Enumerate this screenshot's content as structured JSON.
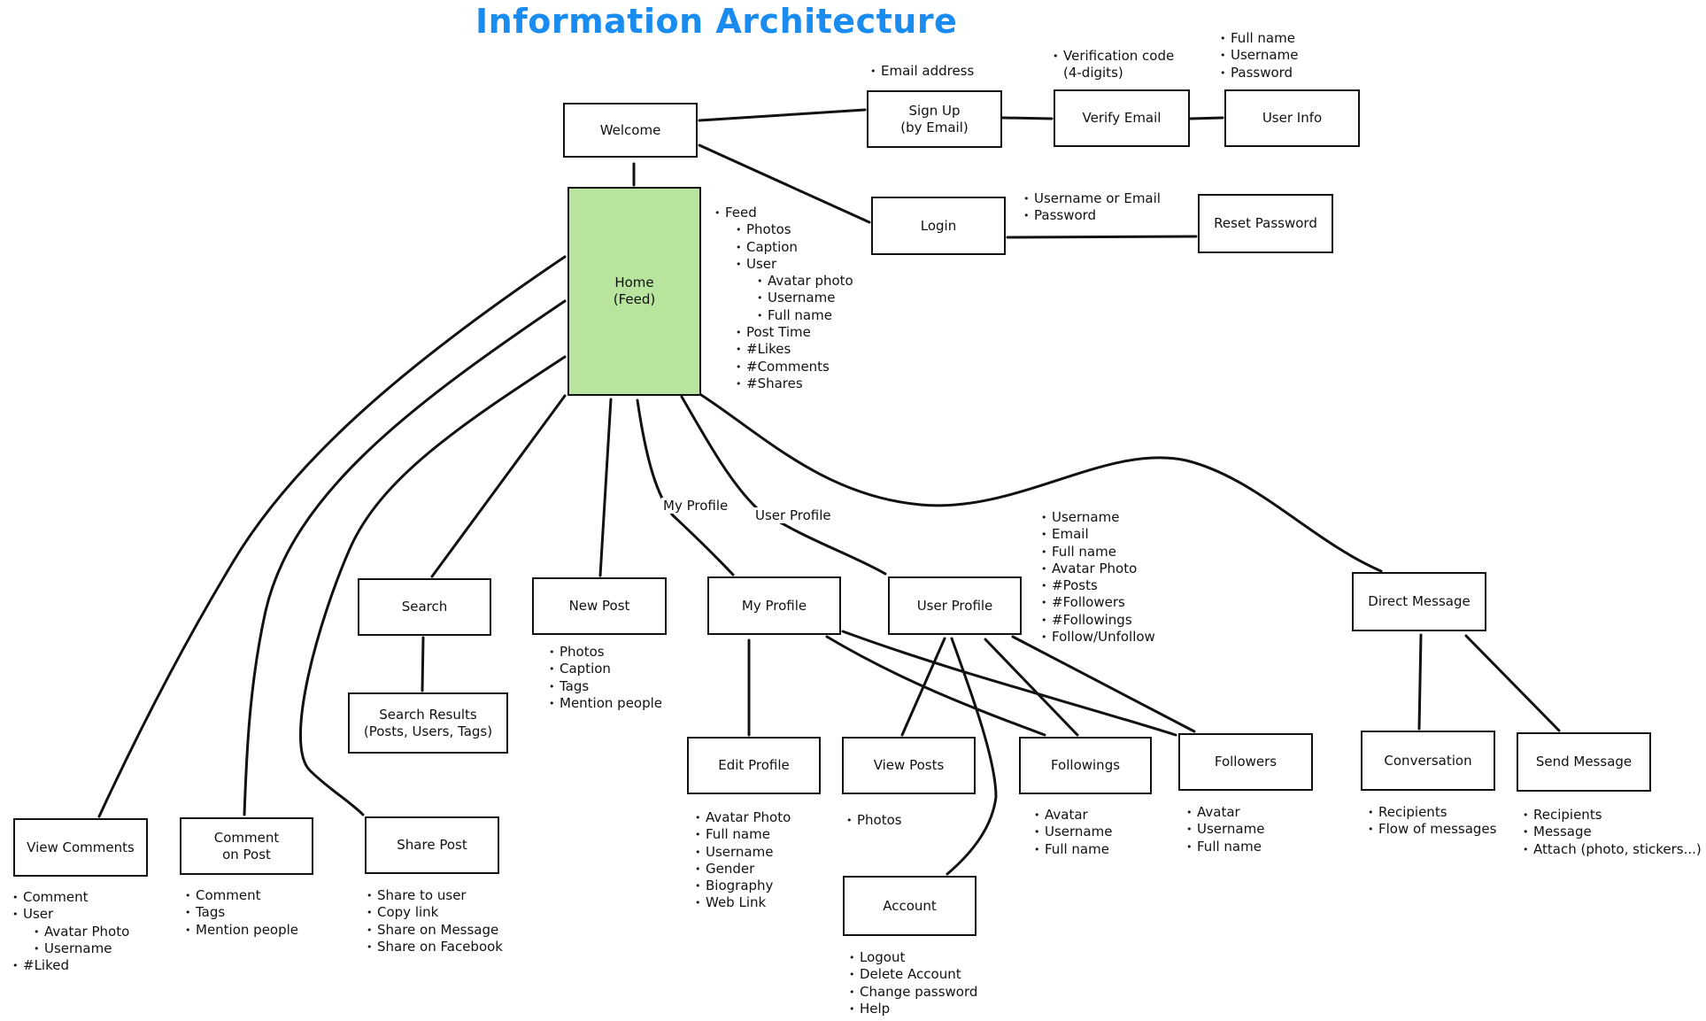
{
  "title": "Information Architecture",
  "colors": {
    "title": "#1a8cf0",
    "home_fill": "#b9e49e",
    "stroke": "#111111"
  },
  "nodes": {
    "welcome": "Welcome",
    "signup": "Sign Up\n(by Email)",
    "verify_email": "Verify Email",
    "user_info": "User Info",
    "login": "Login",
    "reset_password": "Reset Password",
    "home": "Home\n(Feed)",
    "search": "Search",
    "search_results": "Search Results\n(Posts, Users, Tags)",
    "new_post": "New Post",
    "my_profile": "My Profile",
    "user_profile": "User Profile",
    "direct_message": "Direct Message",
    "edit_profile": "Edit Profile",
    "view_posts": "View Posts",
    "followings": "Followings",
    "followers": "Followers",
    "conversation": "Conversation",
    "send_message": "Send Message",
    "account": "Account",
    "view_comments": "View Comments",
    "comment_on_post": "Comment\non Post",
    "share_post": "Share Post"
  },
  "edge_labels": {
    "my_profile": "My Profile",
    "user_profile": "User Profile"
  },
  "notes": {
    "signup": [
      {
        "t": "Email address",
        "l": 1
      }
    ],
    "verify_email": [
      {
        "t": "Verification code",
        "l": 1
      },
      {
        "t": "(4-digits)",
        "l": 0
      }
    ],
    "user_info": [
      {
        "t": "Full name",
        "l": 1
      },
      {
        "t": "Username",
        "l": 1
      },
      {
        "t": "Password",
        "l": 1
      }
    ],
    "login": [
      {
        "t": "Username or Email",
        "l": 1
      },
      {
        "t": "Password",
        "l": 1
      }
    ],
    "home": [
      {
        "t": "Feed",
        "l": 1
      },
      {
        "t": "Photos",
        "l": 2
      },
      {
        "t": "Caption",
        "l": 2
      },
      {
        "t": "User",
        "l": 2
      },
      {
        "t": "Avatar photo",
        "l": 3
      },
      {
        "t": "Username",
        "l": 3
      },
      {
        "t": "Full name",
        "l": 3
      },
      {
        "t": "Post Time",
        "l": 2
      },
      {
        "t": "#Likes",
        "l": 2
      },
      {
        "t": "#Comments",
        "l": 2
      },
      {
        "t": "#Shares",
        "l": 2
      }
    ],
    "new_post": [
      {
        "t": "Photos",
        "l": 1
      },
      {
        "t": "Caption",
        "l": 1
      },
      {
        "t": "Tags",
        "l": 1
      },
      {
        "t": "Mention people",
        "l": 1
      }
    ],
    "user_profile": [
      {
        "t": "Username",
        "l": 1
      },
      {
        "t": "Email",
        "l": 1
      },
      {
        "t": "Full name",
        "l": 1
      },
      {
        "t": "Avatar Photo",
        "l": 1
      },
      {
        "t": "#Posts",
        "l": 1
      },
      {
        "t": "#Followers",
        "l": 1
      },
      {
        "t": "#Followings",
        "l": 1
      },
      {
        "t": "Follow/Unfollow",
        "l": 1
      }
    ],
    "edit_profile": [
      {
        "t": "Avatar Photo",
        "l": 1
      },
      {
        "t": "Full name",
        "l": 1
      },
      {
        "t": "Username",
        "l": 1
      },
      {
        "t": "Gender",
        "l": 1
      },
      {
        "t": "Biography",
        "l": 1
      },
      {
        "t": "Web Link",
        "l": 1
      }
    ],
    "view_posts": [
      {
        "t": "Photos",
        "l": 1
      }
    ],
    "followings": [
      {
        "t": "Avatar",
        "l": 1
      },
      {
        "t": "Username",
        "l": 1
      },
      {
        "t": "Full name",
        "l": 1
      }
    ],
    "followers": [
      {
        "t": "Avatar",
        "l": 1
      },
      {
        "t": "Username",
        "l": 1
      },
      {
        "t": "Full name",
        "l": 1
      }
    ],
    "conversation": [
      {
        "t": "Recipients",
        "l": 1
      },
      {
        "t": "Flow of messages",
        "l": 1
      }
    ],
    "send_message": [
      {
        "t": "Recipients",
        "l": 1
      },
      {
        "t": "Message",
        "l": 1
      },
      {
        "t": "Attach (photo, stickers...)",
        "l": 1
      }
    ],
    "account": [
      {
        "t": "Logout",
        "l": 1
      },
      {
        "t": "Delete Account",
        "l": 1
      },
      {
        "t": "Change password",
        "l": 1
      },
      {
        "t": "Help",
        "l": 1
      }
    ],
    "view_comments": [
      {
        "t": "Comment",
        "l": 1
      },
      {
        "t": "User",
        "l": 1
      },
      {
        "t": "Avatar Photo",
        "l": 2
      },
      {
        "t": "Username",
        "l": 2
      },
      {
        "t": "#Liked",
        "l": 1
      }
    ],
    "comment_on_post": [
      {
        "t": "Comment",
        "l": 1
      },
      {
        "t": "Tags",
        "l": 1
      },
      {
        "t": "Mention people",
        "l": 1
      }
    ],
    "share_post": [
      {
        "t": "Share to user",
        "l": 1
      },
      {
        "t": "Copy link",
        "l": 1
      },
      {
        "t": "Share on Message",
        "l": 1
      },
      {
        "t": "Share on Facebook",
        "l": 1
      }
    ]
  }
}
